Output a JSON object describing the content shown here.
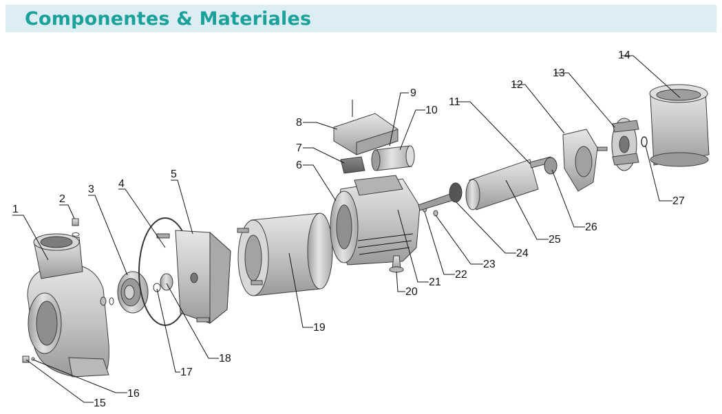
{
  "header": {
    "title": "Componentes & Materiales"
  },
  "colors": {
    "title": "#1aa19a",
    "banner": "#dcedf3",
    "part_fill": "#cfcfcf",
    "part_stroke": "#3c3c3c"
  },
  "callouts": {
    "c1": "1",
    "c2": "2",
    "c3": "3",
    "c4": "4",
    "c5": "5",
    "c6": "6",
    "c7": "7",
    "c8": "8",
    "c9": "9",
    "c10": "10",
    "c11": "11",
    "c12": "12",
    "c13": "13",
    "c14": "14",
    "c15": "15",
    "c16": "16",
    "c17": "17",
    "c18": "18",
    "c19": "19",
    "c20": "20",
    "c21": "21",
    "c22": "22",
    "c23": "23",
    "c24": "24",
    "c25": "25",
    "c26": "26",
    "c27": "27"
  }
}
